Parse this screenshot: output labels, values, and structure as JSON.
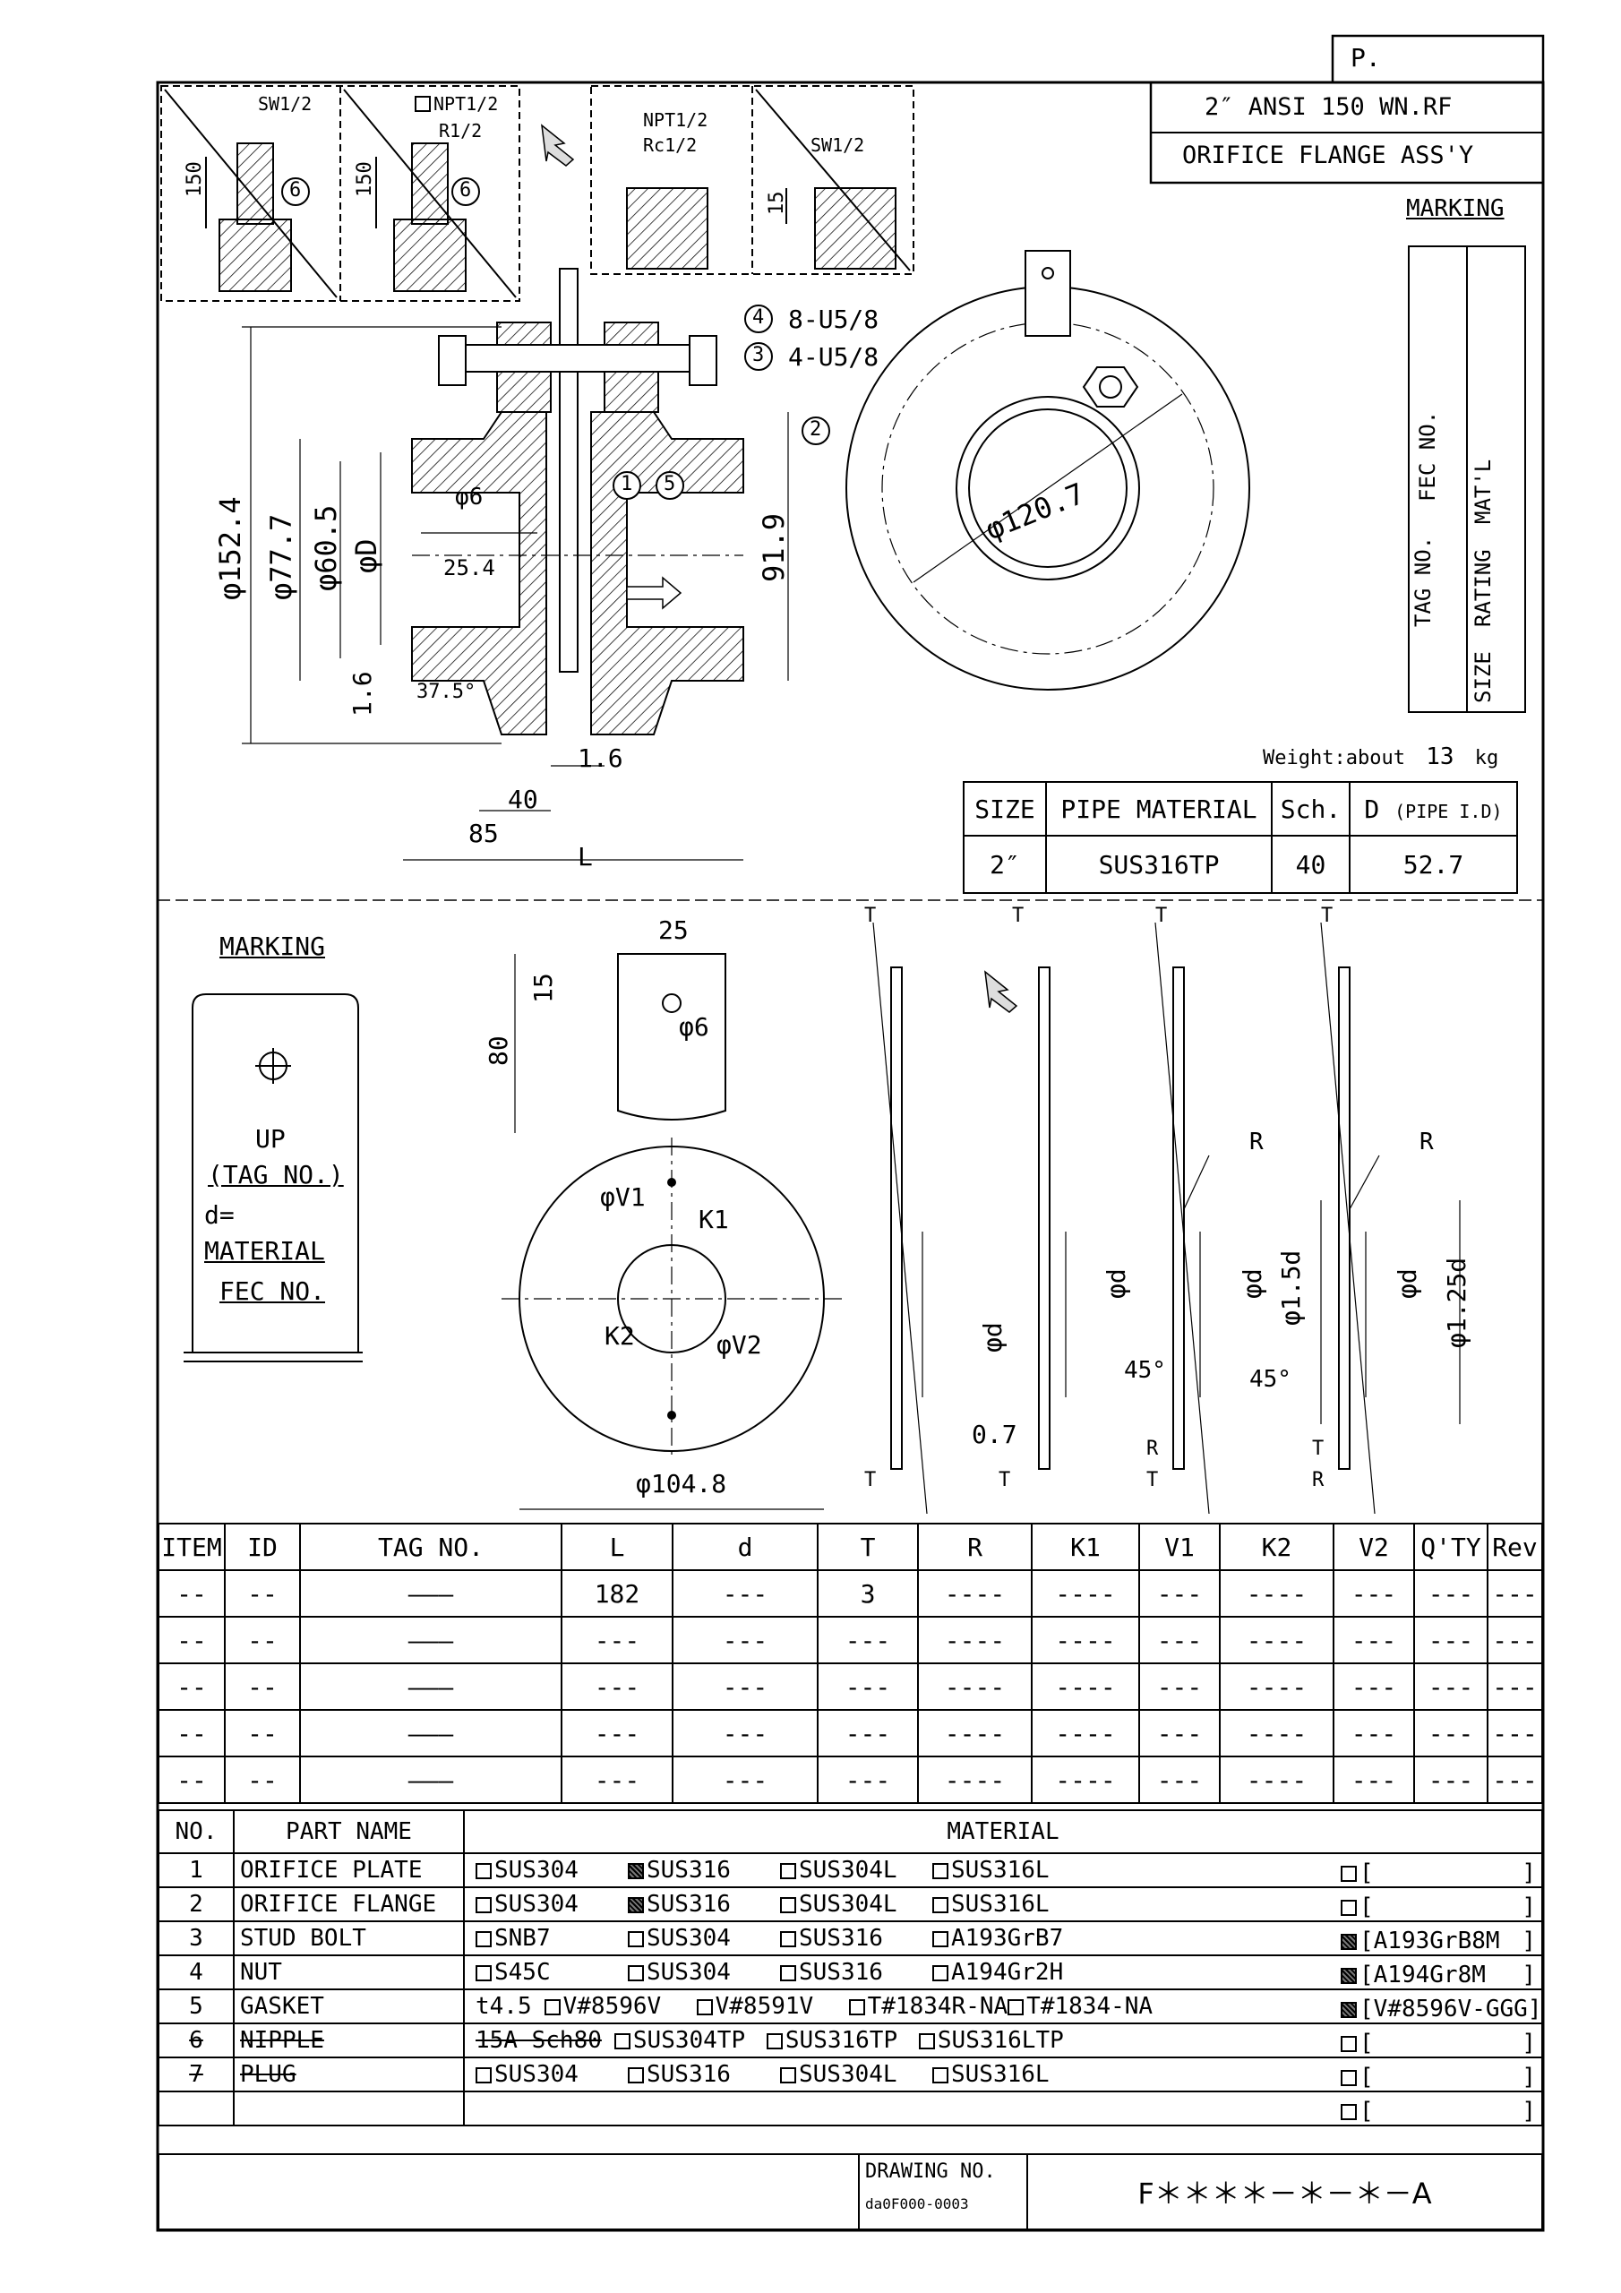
{
  "page_label": "P.",
  "title": {
    "line1": "2″ ANSI 150 WN.RF",
    "line2": "ORIFICE FLANGE ASS'Y"
  },
  "marking_header": "MARKING",
  "marking_box": {
    "tag": "TAG NO.",
    "fec": "FEC NO.",
    "size": "SIZE",
    "rating": "RATING",
    "matl": "MAT'L"
  },
  "detail_labels": {
    "sw12a": "SW1/2",
    "dim150a": "150",
    "item6a": "6",
    "npt12": "NPT1/2",
    "r12": "R1/2",
    "dim150b": "150",
    "item6b": "6",
    "npt12b": "NPT1/2",
    "rc12": "Rc1/2",
    "sw12b": "SW1/2",
    "dim15": "15"
  },
  "section_labels": {
    "i4": "4",
    "u58_8": "8-U5/8",
    "i3": "3",
    "u58_4": "4-U5/8",
    "i2": "2",
    "i1": "1",
    "i5": "5",
    "d152": "φ152.4",
    "d777": "φ77.7",
    "d605": "φ60.5",
    "dD": "φD",
    "d6": "φ6",
    "d254": "25.4",
    "d919": "91.9",
    "d16a": "1.6",
    "a375": "37.5°",
    "d16b": "1.6",
    "d40": "40",
    "d85": "85",
    "dL": "L"
  },
  "front_labels": {
    "d1207": "φ120.7"
  },
  "weight": {
    "label": "Weight:about",
    "value": "13",
    "unit": "kg"
  },
  "pipe_table": {
    "headers": [
      "SIZE",
      "PIPE MATERIAL",
      "Sch.",
      "D"
    ],
    "header_note": "(PIPE I.D)",
    "row": [
      "2″",
      "SUS316TP",
      "40",
      "52.7"
    ]
  },
  "lower_marking": {
    "title": "MARKING",
    "up": "UP",
    "tag": "(TAG NO.)",
    "d": "d=",
    "mat": "MATERIAL",
    "fec": "FEC NO."
  },
  "plate_labels": {
    "d25": "25",
    "d15": "15",
    "d80": "80",
    "d6": "φ6",
    "v1": "φV1",
    "k1": "K1",
    "k2": "K2",
    "v2": "φV2",
    "d1048": "φ104.8"
  },
  "profile_labels": {
    "T": "T",
    "d": "φd",
    "d15": "φ1.5d",
    "d125": "φ1.25d",
    "R": "R",
    "a45": "45°",
    "d07": "0.7"
  },
  "item_table": {
    "headers": [
      "ITEM",
      "ID",
      "TAG NO.",
      "L",
      "d",
      "T",
      "R",
      "K1",
      "V1",
      "K2",
      "V2",
      "Q'TY",
      "Rev"
    ],
    "rows": [
      [
        "--",
        "--",
        "———",
        "182",
        "---",
        "3",
        "----",
        "----",
        "---",
        "----",
        "---",
        "---",
        "---"
      ],
      [
        "--",
        "--",
        "———",
        "---",
        "---",
        "---",
        "----",
        "----",
        "---",
        "----",
        "---",
        "---",
        "---"
      ],
      [
        "--",
        "--",
        "———",
        "---",
        "---",
        "---",
        "----",
        "----",
        "---",
        "----",
        "---",
        "---",
        "---"
      ],
      [
        "--",
        "--",
        "———",
        "---",
        "---",
        "---",
        "----",
        "----",
        "---",
        "----",
        "---",
        "---",
        "---"
      ],
      [
        "--",
        "--",
        "———",
        "---",
        "---",
        "---",
        "----",
        "----",
        "---",
        "----",
        "---",
        "---",
        "---"
      ]
    ]
  },
  "parts_table": {
    "headers": [
      "NO.",
      "PART NAME",
      "MATERIAL"
    ],
    "rows": [
      {
        "no": "1",
        "name": "ORIFICE PLATE",
        "opts": [
          {
            "l": "SUS304",
            "c": false
          },
          {
            "l": "SUS316",
            "c": true
          },
          {
            "l": "SUS304L",
            "c": false
          },
          {
            "l": "SUS316L",
            "c": false
          }
        ],
        "other": "[",
        "other_checked": false,
        "strike": false
      },
      {
        "no": "2",
        "name": "ORIFICE FLANGE",
        "opts": [
          {
            "l": "SUS304",
            "c": false
          },
          {
            "l": "SUS316",
            "c": true
          },
          {
            "l": "SUS304L",
            "c": false
          },
          {
            "l": "SUS316L",
            "c": false
          }
        ],
        "other": "[",
        "other_checked": false,
        "strike": false
      },
      {
        "no": "3",
        "name": "STUD BOLT",
        "opts": [
          {
            "l": "SNB7",
            "c": false
          },
          {
            "l": "SUS304",
            "c": false
          },
          {
            "l": "SUS316",
            "c": false
          },
          {
            "l": "A193GrB7",
            "c": false
          }
        ],
        "other": "[A193GrB8M",
        "other_checked": true,
        "strike": false
      },
      {
        "no": "4",
        "name": "NUT",
        "opts": [
          {
            "l": "S45C",
            "c": false
          },
          {
            "l": "SUS304",
            "c": false
          },
          {
            "l": "SUS316",
            "c": false
          },
          {
            "l": "A194Gr2H",
            "c": false
          }
        ],
        "other": "[A194Gr8M",
        "other_checked": true,
        "strike": false
      },
      {
        "no": "5",
        "name": "GASKET",
        "prefix": "t4.5",
        "opts": [
          {
            "l": "V#8596V",
            "c": false
          },
          {
            "l": "V#8591V",
            "c": false
          },
          {
            "l": "T#1834R-NA",
            "c": false
          },
          {
            "l": "T#1834-NA",
            "c": false
          }
        ],
        "other": "[V#8596V-GGG]",
        "other_checked": true,
        "strike": false
      },
      {
        "no": "6",
        "name": "NIPPLE",
        "prefix": "15A Sch80",
        "opts": [
          {
            "l": "SUS304TP",
            "c": false
          },
          {
            "l": "SUS316TP",
            "c": false
          },
          {
            "l": "SUS316LTP",
            "c": false
          }
        ],
        "other": "[",
        "other_checked": false,
        "strike": true
      },
      {
        "no": "7",
        "name": "PLUG",
        "opts": [
          {
            "l": "SUS304",
            "c": false
          },
          {
            "l": "SUS316",
            "c": false
          },
          {
            "l": "SUS304L",
            "c": false
          },
          {
            "l": "SUS316L",
            "c": false
          }
        ],
        "other": "[",
        "other_checked": false,
        "strike": true
      },
      {
        "no": "",
        "name": "",
        "opts": [],
        "other": "[",
        "other_checked": false,
        "strike": false
      }
    ]
  },
  "drawing_no": {
    "label": "DRAWING NO.",
    "sub": "da0F000-0003",
    "value": "F＊＊＊＊－＊－＊－A"
  }
}
